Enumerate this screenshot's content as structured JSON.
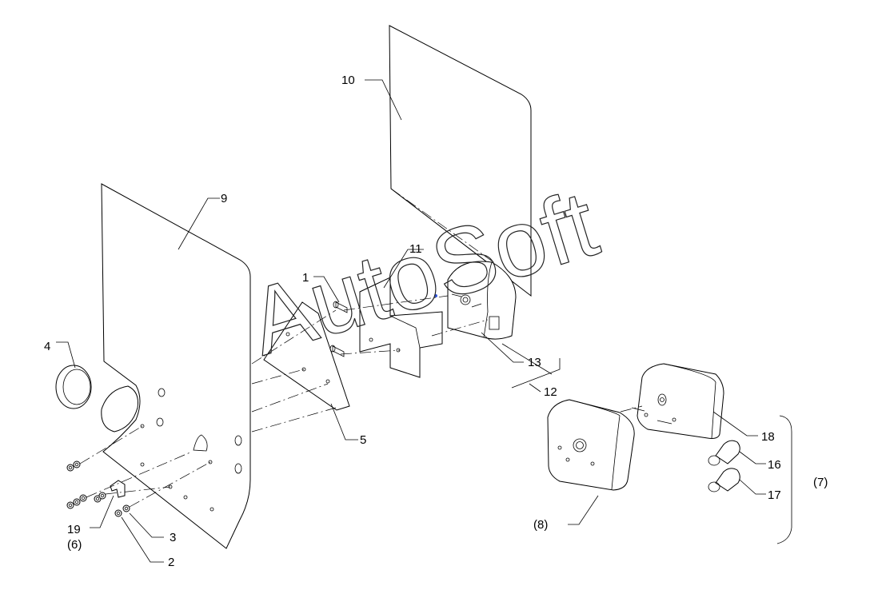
{
  "labels": {
    "l1": "1",
    "l2": "2",
    "l3": "3",
    "l4": "4",
    "l5": "5",
    "l6": "(6)",
    "l7": "(7)",
    "l8": "(8)",
    "l9": "9",
    "l10": "10",
    "l11": "11",
    "l12": "12",
    "l13": "13",
    "l16": "16",
    "l17": "17",
    "l18": "18",
    "l19": "19"
  },
  "watermark": "AutoSoft"
}
